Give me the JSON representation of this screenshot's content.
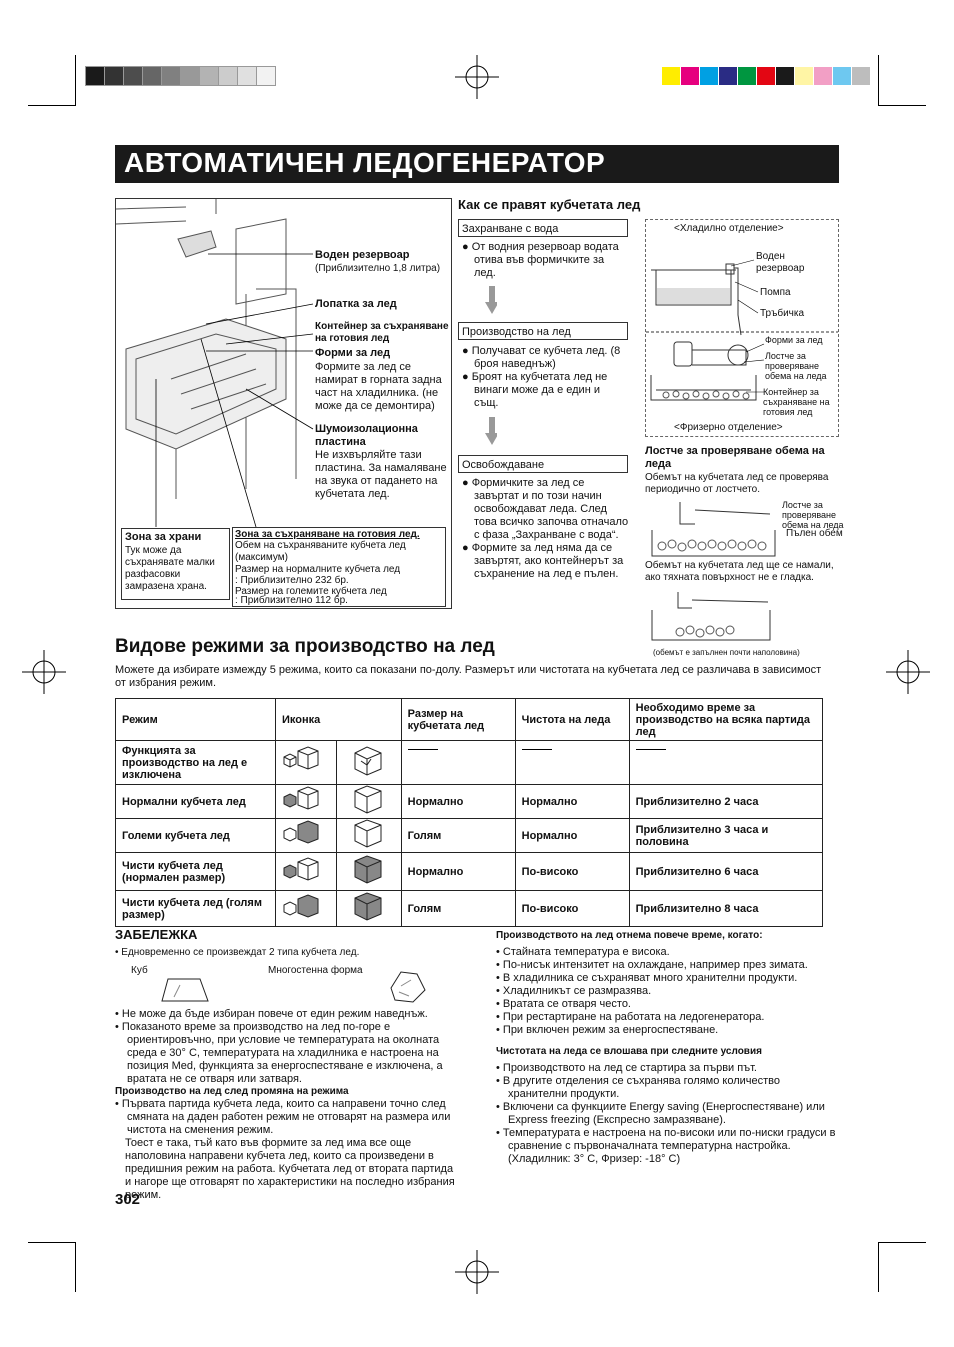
{
  "title": "АВТОМАТИЧЕН ЛЕДОГЕНЕРАТОР",
  "registration_colors": {
    "grays": [
      "#1a1a1a",
      "#333333",
      "#4d4d4d",
      "#666666",
      "#808080",
      "#999999",
      "#b3b3b3",
      "#cccccc",
      "#e0e0e0",
      "#f2f2f2"
    ],
    "colors": [
      "#ffed00",
      "#e6007e",
      "#00a0e3",
      "#2a2c84",
      "#009640",
      "#e30613",
      "#1a1a1a",
      "#fff5a5",
      "#f29fc5",
      "#6ec8f0",
      "#bdbdbd"
    ]
  },
  "fridge_diagram": {
    "water_tank": {
      "label": "Воден резервоар",
      "note": "(Приблизително 1,8 литра)"
    },
    "ice_scoop": "Лопатка за лед",
    "ice_container": "Контейнер за съхраняване на готовия лед",
    "ice_trays": {
      "label": "Форми за лед",
      "text": "Формите за лед се намират в горната задна част на хладилника. (не може да се демонтира)"
    },
    "plate": {
      "label": "Шумоизолационна пластина",
      "text": "Не изхвърляйте тази пластина. За намаляване на звука от падането на кубчетата лед."
    },
    "food_zone": {
      "label": "Зона за храни",
      "text": "Тук може да съхранявате малки разфасовки замразена храна."
    },
    "ice_zone": {
      "label": "Зона за съхраняване на готовия лед.",
      "text": "Обем на съхраняваните кубчета лед (максимум)",
      "normal": "Размер на нормалните кубчета лед",
      "normal_val": ": Приблизително 232 бр.",
      "large": "Размер на големите кубчета лед",
      "large_val": ": Приблизително 112 бр."
    }
  },
  "how_made": {
    "heading": "Как се правят кубчетата лед",
    "steps": [
      {
        "name": "Захранване с вода",
        "bullets": [
          "От водния резервоар водата отива във формичките за лед."
        ]
      },
      {
        "name": "Производство на лед",
        "bullets": [
          "Получават се кубчета лед. (8 броя наведнъж)",
          "Броят на кубчетата лед не винаги може да е един и същ."
        ]
      },
      {
        "name": "Освобождаване",
        "bullets": [
          "Формичките за лед се завъртат и по този начин освобождават леда. След това всичко започва отначало с фаза „Захранване с вода“.",
          "Формите за лед няма да се завъртят, ако контейнерът за съхранение на лед е пълен."
        ]
      }
    ]
  },
  "schematic": {
    "fridge_section": "<Хладилно отделение>",
    "tank": "Воден резервоар",
    "pump": "Помпа",
    "tube": "Тръбичка",
    "trays": "Форми за лед",
    "lever": "Лостче за проверяване обема на леда",
    "container": "Контейнер за съхраняване на готовия лед",
    "freezer_section": "<Фризерно отделение>",
    "lever_heading": "Лостче за проверяване обема на леда",
    "lever_text": "Обемът на кубчетата лед се проверява периодично от лостчето.",
    "lever_small": "Лостче за проверяване обема на леда",
    "full": "Пълен обем",
    "less_text": "Обемът на кубчетата лед ще се намали, ако тяхната повърхност не е гладка.",
    "half_note": "(обемът е запълнен почти наполовина)"
  },
  "modes": {
    "heading": "Видове режими за производство на лед",
    "intro": "Можете да избирате измежду 5 режима, които са показани по-долу. Размерът или чистотата на кубчетата лед се различава в зависимост от избрания режим.",
    "headers": [
      "Режим",
      "Иконка",
      "Размер на кубчетата лед",
      "Чистота на леда",
      "Необходимо време за производство на всяка партида лед"
    ],
    "rows": [
      {
        "mode": "Функцията за производство на лед е изключена",
        "size": "",
        "purity": "",
        "time": ""
      },
      {
        "mode": "Нормални кубчета лед",
        "size": "Нормално",
        "purity": "Нормално",
        "time": "Приблизително 2 часа"
      },
      {
        "mode": "Големи кубчета лед",
        "size": "Голям",
        "purity": "Нормално",
        "time": "Приблизително 3 часа и половина"
      },
      {
        "mode": "Чисти кубчета лед (нормален размер)",
        "size": "Нормално",
        "purity": "По-високо",
        "time": "Приблизително 6 часа"
      },
      {
        "mode": "Чисти кубчета лед (голям размер)",
        "size": "Голям",
        "purity": "По-високо",
        "time": "Приблизително 8 часа"
      }
    ]
  },
  "note": {
    "heading": "ЗАБЕЛЕЖКА",
    "line1": "• Едновременно се произвеждат 2 типа кубчета лед.",
    "cube": "Куб",
    "poly": "Многостенна форма",
    "bullets": [
      "• Не може да бъде избиран повече от един режим наведнъж.",
      "• Показаното време за производство на лед по-горе е ориентировъчно, при условие че температурата на околната среда е 30° C, температурата на хладилника е настроена на позиция Med, функцията за енергоспестяване е изключена, а вратата не се отваря или затваря."
    ],
    "change_heading": "Производство на лед след промяна на режима",
    "change_text": "• Първата партида кубчета леда, които са направени точно след смяната на даден работен режим не отговарят на размера или чистота на сменения режим.",
    "change_text2": "Тоест е така, тъй като във формите за лед има все още наполовина направени кубчета лед, които са произведени в предишния режим на работа. Кубчетата лед от втората партида и нагоре ще отговарят по характеристики на последно избрания режим."
  },
  "right_notes": {
    "h1": "Производството на лед отнема повече време, когато:",
    "list1": [
      "• Стайната температура е висока.",
      "• По-нисък интензитет на охлаждане, например през зимата.",
      "• В хладилника се съхраняват много хранителни продукти.",
      "• Хладилникът се размразява.",
      "• Вратата се отваря често.",
      "• При рестартиране на работата на ледогенератора.",
      "• При включен режим за енергоспестяване."
    ],
    "h2": "Чистотата на леда се влошава при следните условия",
    "list2": [
      "• Производството на лед се стартира за първи път.",
      "• В другите отделения се съхранява голямо количество хранителни продукти.",
      "• Включени са функциите Energy saving (Енергоспестяване) или Express freezing (Експресно замразяване).",
      "• Температурата е настроена на по-високи или по-ниски градуси в сравнение с първоначалната температурна настройка. (Хладилник: 3° C, Фризер: -18° C)"
    ]
  },
  "page_number": "302"
}
